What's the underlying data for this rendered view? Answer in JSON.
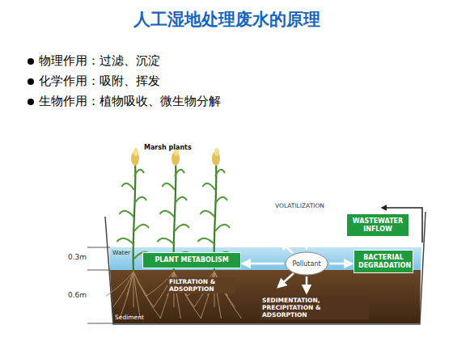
{
  "diagram": {
    "title": "人工湿地处理废水的原理",
    "nodes": [
      {
        "text": [
          "PLANT METABOLISM"
        ]
      },
      {
        "text": [
          "Pollutant"
        ]
      },
      {
        "text": [
          "WASTEWATER INFLOW"
        ]
      },
      {
        "text": [
          "BACTERIAL DEGRADATION"
        ]
      }
    ],
    "edges": [
      {
        "from": 1,
        "to": 0,
        "arrow": "to"
      },
      {
        "from": 1,
        "to": 3,
        "arrow": "to"
      }
    ],
    "labels": [
      "物理作用：过滤、沉淀",
      "化学作用：吸附、挥发",
      "生物作用：植物吸收、微生物分解",
      "Marsh plants",
      "VOLATILIZATION",
      "Water",
      "0.3m",
      "0.6m",
      "Sediment",
      "FILTRATION & ADSORPTION",
      "SEDIMENTATION, PRECIPITATION & ADSORPTION"
    ]
  }
}
